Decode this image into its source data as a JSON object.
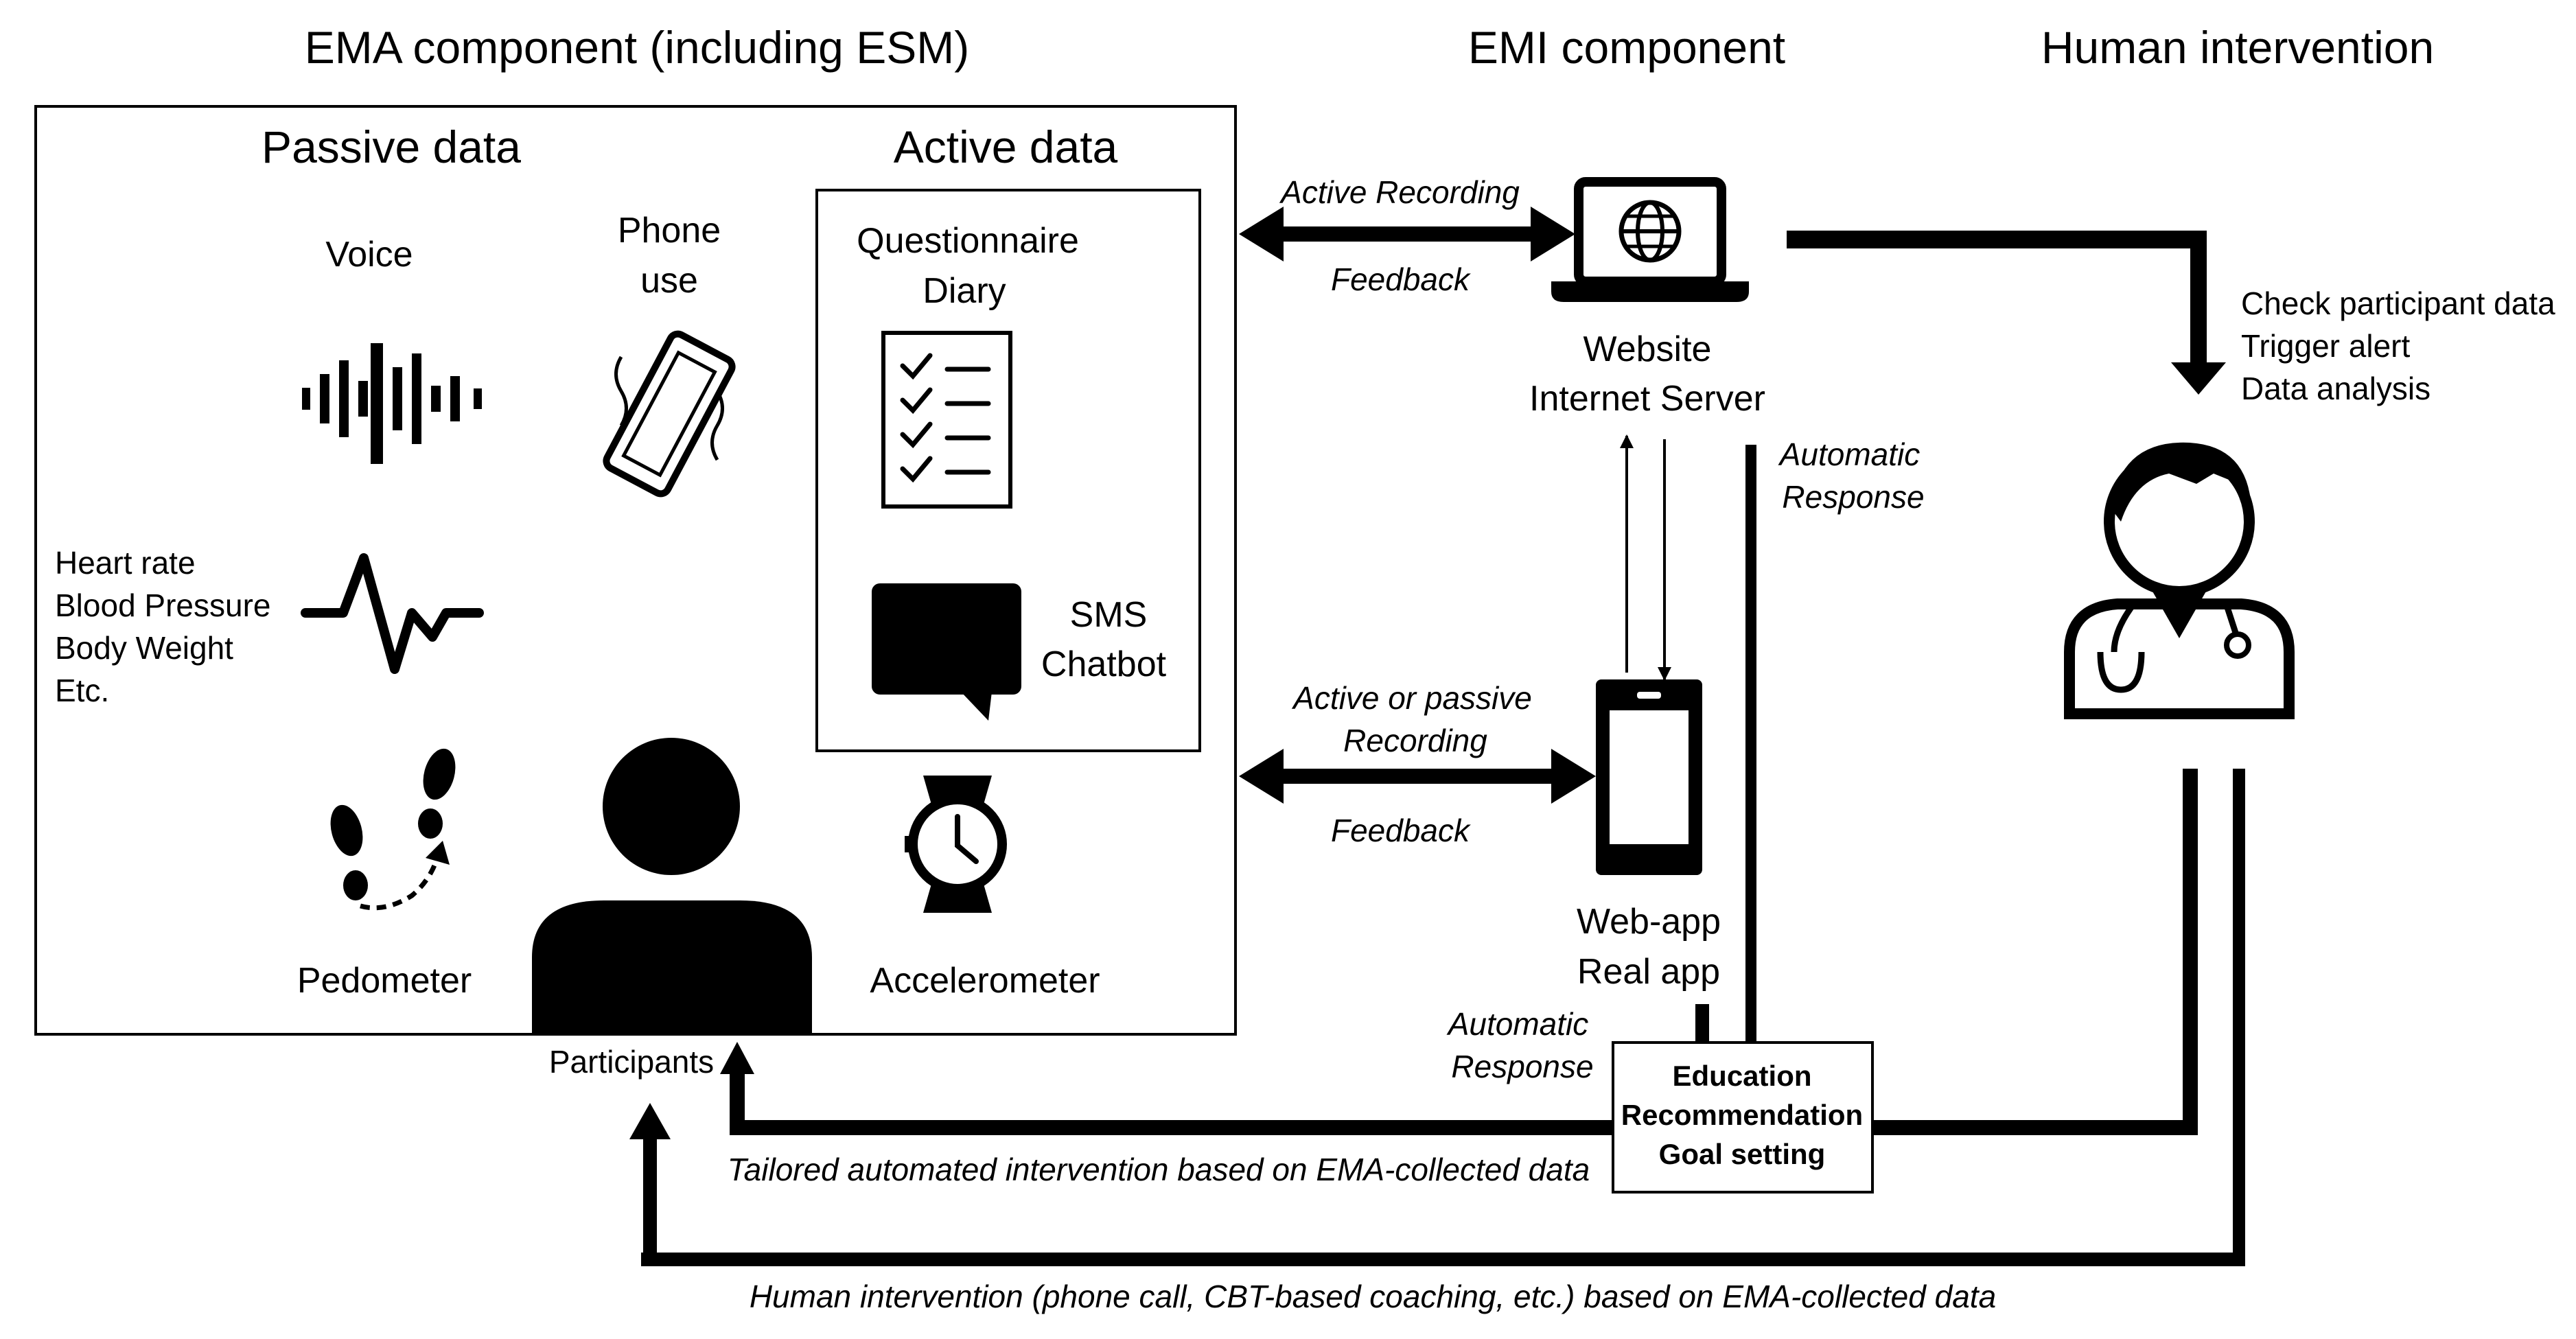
{
  "headings": {
    "ema": "EMA component (including ESM)",
    "emi": "EMI component",
    "human": "Human intervention"
  },
  "ema_box": {
    "passive_title": "Passive data",
    "active_title": "Active data",
    "voice": "Voice",
    "phone_use": [
      "Phone",
      "use"
    ],
    "vitals": [
      "Heart rate",
      "Blood Pressure",
      "Body Weight",
      "Etc."
    ],
    "pedometer": "Pedometer",
    "accelerometer": "Accelerometer",
    "questionnaire": [
      "Questionnaire",
      "Diary"
    ],
    "sms": [
      "SMS",
      "Chatbot"
    ],
    "participants": "Participants"
  },
  "emi": {
    "website": [
      "Website",
      "Internet Server"
    ],
    "webapp": [
      "Web-app",
      "Real app"
    ],
    "active_recording": "Active Recording",
    "feedback_top": "Feedback",
    "active_passive": [
      "Active or passive",
      "Recording"
    ],
    "feedback_bottom": "Feedback",
    "auto_response_top": [
      "Automatic",
      "Response"
    ],
    "auto_response_bottom": [
      "Automatic",
      "Response"
    ],
    "outcomes": [
      "Education",
      "Recommendation",
      "Goal setting"
    ]
  },
  "human": {
    "tasks": [
      "Check participant data",
      "Trigger alert",
      "Data analysis"
    ]
  },
  "bottom": {
    "tailored": "Tailored automated intervention based on EMA-collected data",
    "human_line": "Human intervention (phone call, CBT-based coaching, etc.) based on EMA-collected data"
  }
}
